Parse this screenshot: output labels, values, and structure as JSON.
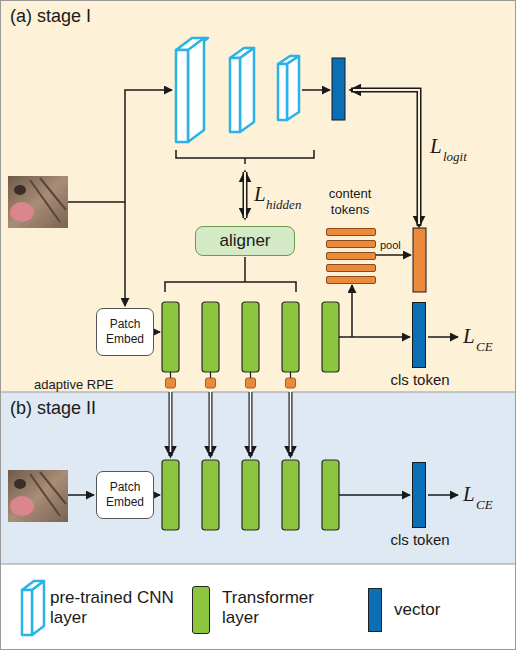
{
  "diagram": {
    "nodes": [
      {
        "text": [
          "(a) stage I"
        ]
      },
      {
        "text": [
          "aligner"
        ],
        "in": 0
      },
      {
        "text": [
          "Patch Embed"
        ],
        "in": 0
      },
      {
        "text": [
          "content tokens"
        ],
        "in": 0
      },
      {
        "text": [
          "cls token"
        ],
        "in": 0
      },
      {
        "text": [
          "(b) stage II"
        ]
      },
      {
        "text": [
          "Patch Embed"
        ],
        "in": 5
      },
      {
        "text": [
          "cls token"
        ],
        "in": 5
      }
    ],
    "labels": [
      "L",
      "logit",
      "L",
      "hidden",
      "pool",
      "L",
      "CE",
      "adaptive RPE",
      "L",
      "CE"
    ],
    "legend": [
      {
        "text": "pre-trained CNN layer"
      },
      {
        "text": "Transformer layer",
        "color": "#8cc63f"
      },
      {
        "text": "vector",
        "color": "#0b6fb5"
      }
    ]
  }
}
